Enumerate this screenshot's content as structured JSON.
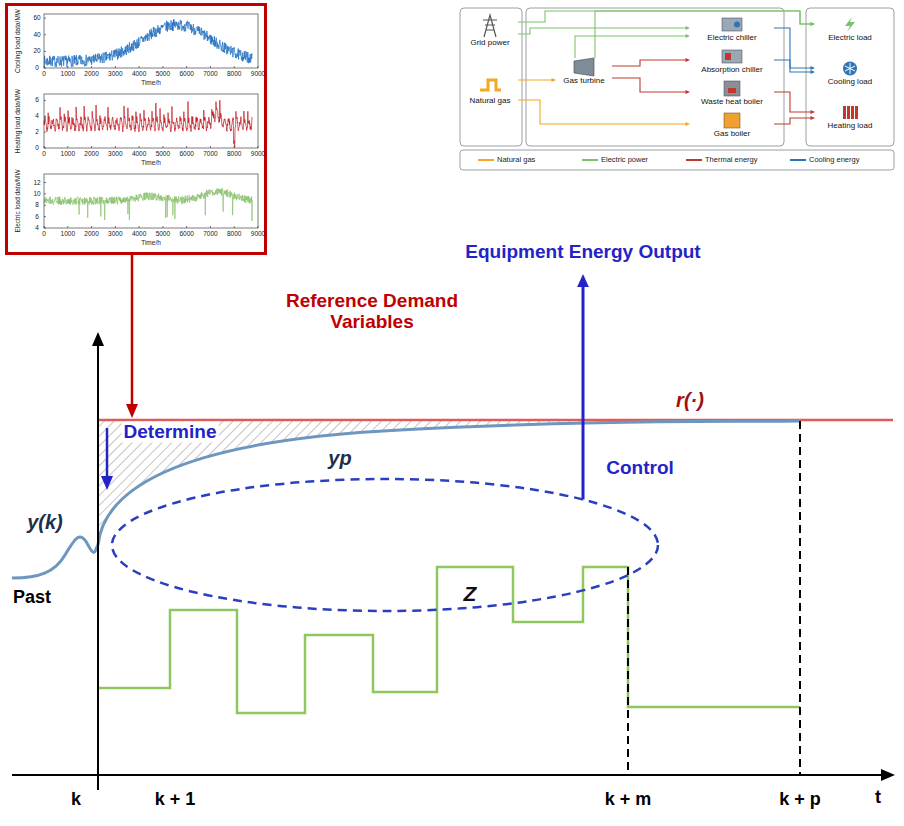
{
  "diagram": {
    "nodes": [
      {
        "text": [
          "Cooling load data/MW",
          "Time/h",
          "Heating load data/MW",
          "Time/h",
          "Electric load data/MW",
          "Time/h"
        ]
      },
      {
        "text": [
          "Equipment Energy Output"
        ]
      },
      {
        "text": [
          "Grid power"
        ],
        "in": 1
      },
      {
        "text": [
          "Natural gas"
        ],
        "in": 1
      },
      {
        "text": [
          "Electric chiller"
        ],
        "in": 1
      },
      {
        "text": [
          "Gas turbine"
        ],
        "in": 1
      },
      {
        "text": [
          "Absorption chiller"
        ],
        "in": 1
      },
      {
        "text": [
          "Waste heat boiler"
        ],
        "in": 1
      },
      {
        "text": [
          "Gas boiler"
        ],
        "in": 1
      },
      {
        "text": [
          "Electric load"
        ],
        "in": 1
      },
      {
        "text": [
          "Cooling load"
        ],
        "in": 1
      },
      {
        "text": [
          "Heating load"
        ],
        "in": 1
      },
      {
        "text": [
          "Z"
        ]
      }
    ],
    "edges": [
      {
        "from": 2,
        "to": 9,
        "arrow": "to"
      },
      {
        "from": 2,
        "to": 4,
        "arrow": "to"
      },
      {
        "from": 3,
        "to": 5,
        "arrow": "to"
      },
      {
        "from": 3,
        "to": 8,
        "arrow": "to"
      },
      {
        "from": 5,
        "to": 4,
        "arrow": "to"
      },
      {
        "from": 5,
        "to": 9,
        "arrow": "to"
      },
      {
        "from": 5,
        "to": 6,
        "arrow": "to"
      },
      {
        "from": 5,
        "to": 7,
        "arrow": "to"
      },
      {
        "from": 4,
        "to": 10,
        "arrow": "to"
      },
      {
        "from": 6,
        "to": 10,
        "arrow": "to"
      },
      {
        "from": 7,
        "to": 11,
        "arrow": "to"
      },
      {
        "from": 8,
        "to": 11,
        "arrow": "to"
      },
      {
        "from": 12,
        "to": 1,
        "label": "Control",
        "arrow": "to"
      }
    ],
    "labels": [
      "0",
      "1000",
      "2000",
      "3000",
      "4000",
      "5000",
      "6000",
      "7000",
      "8000",
      "9000",
      "0",
      "20",
      "40",
      "60",
      "0",
      "1000",
      "2000",
      "3000",
      "4000",
      "5000",
      "6000",
      "7000",
      "8000",
      "9000",
      "0",
      "2",
      "4",
      "6",
      "0",
      "1000",
      "2000",
      "3000",
      "4000",
      "5000",
      "6000",
      "7000",
      "8000",
      "9000",
      "4",
      "6",
      "8",
      "10",
      "12",
      "Reference Demand Variables",
      "Determine",
      "r(·)",
      "yp",
      "y(k)",
      "Past",
      "k",
      "k + 1",
      "k + m",
      "k + p",
      "t"
    ],
    "legend": [
      {
        "text": "Natural gas",
        "color": "#f5a623"
      },
      {
        "text": "Electric power",
        "color": "#7dc36b"
      },
      {
        "text": "Thermal energy",
        "color": "#c0392b"
      },
      {
        "text": "Cooling energy",
        "color": "#2e75b6"
      }
    ]
  }
}
